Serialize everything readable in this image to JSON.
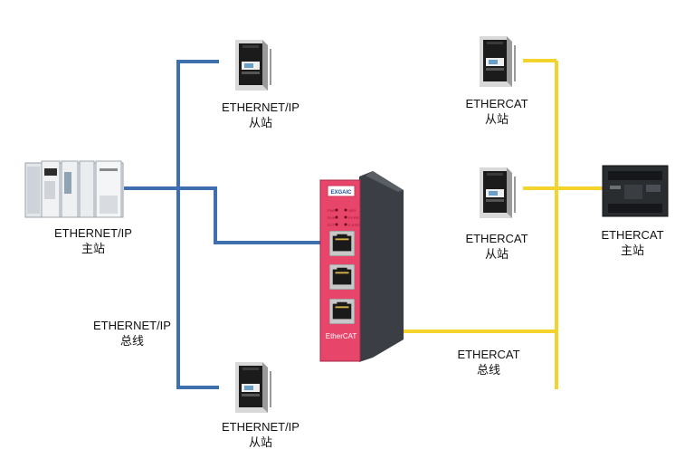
{
  "colors": {
    "ethernet_ip_line": "#3f6fae",
    "ethercat_line": "#f4d32c",
    "gateway_body": "#e8456a",
    "gateway_side": "#3b3f45"
  },
  "icons": {
    "drive": "servo-drive-icon",
    "plc_master_ethernet": "plc-rack-icon",
    "plc_master_ethercat": "compact-plc-icon",
    "gateway": "gateway-device-icon",
    "port": "rj45-port-icon"
  },
  "labels": {
    "eip_master": {
      "line1": "ETHERNET/IP",
      "line2": "主站"
    },
    "eip_bus": {
      "line1": "ETHERNET/IP",
      "line2": "总线"
    },
    "eip_slave_top": {
      "line1": "ETHERNET/IP",
      "line2": "从站"
    },
    "eip_slave_bottom": {
      "line1": "ETHERNET/IP",
      "line2": "从站"
    },
    "ecat_slave_top": {
      "line1": "ETHERCAT",
      "line2": "从站"
    },
    "ecat_slave_mid": {
      "line1": "ETHERCAT",
      "line2": "从站"
    },
    "ecat_master": {
      "line1": "ETHERCAT",
      "line2": "主站"
    },
    "ecat_bus": {
      "line1": "ETHERCAT",
      "line2": "总线"
    }
  },
  "gateway": {
    "brand": "EXGAIC",
    "model": "EtherCAT",
    "leds_left": [
      "PWR",
      "RUN",
      "ECT"
    ],
    "leds_right": [
      "SER",
      "P.ERR",
      "E.ERR"
    ]
  }
}
